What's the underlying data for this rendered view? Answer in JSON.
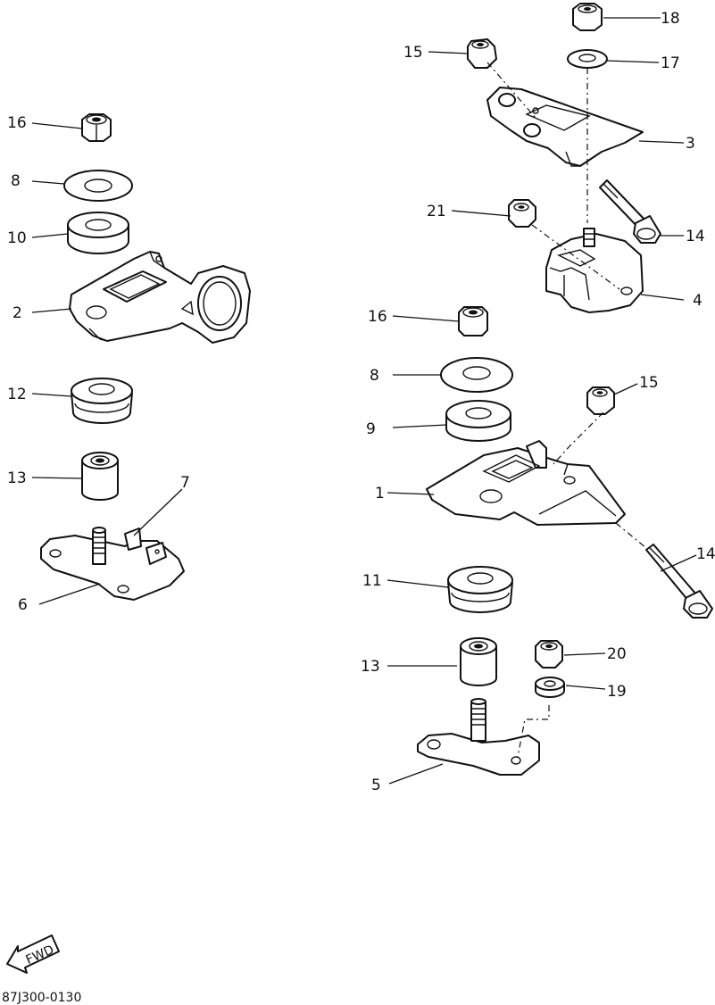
{
  "diagram": {
    "callouts": {
      "l16": "16",
      "l8": "8",
      "l10": "10",
      "l2": "2",
      "l12": "12",
      "l13": "13",
      "l7": "7",
      "l6": "6",
      "r18": "18",
      "r15": "15",
      "r17": "17",
      "r3": "3",
      "r21": "21",
      "r14": "14",
      "r4": "4",
      "r16": "16",
      "r8": "8",
      "r9": "9",
      "r15b": "15",
      "r1": "1",
      "r14b": "14",
      "r11": "11",
      "r13": "13",
      "r20": "20",
      "r19": "19",
      "r5": "5"
    },
    "fwd_label": "FWD",
    "drawing_code": "87J300-0130"
  }
}
